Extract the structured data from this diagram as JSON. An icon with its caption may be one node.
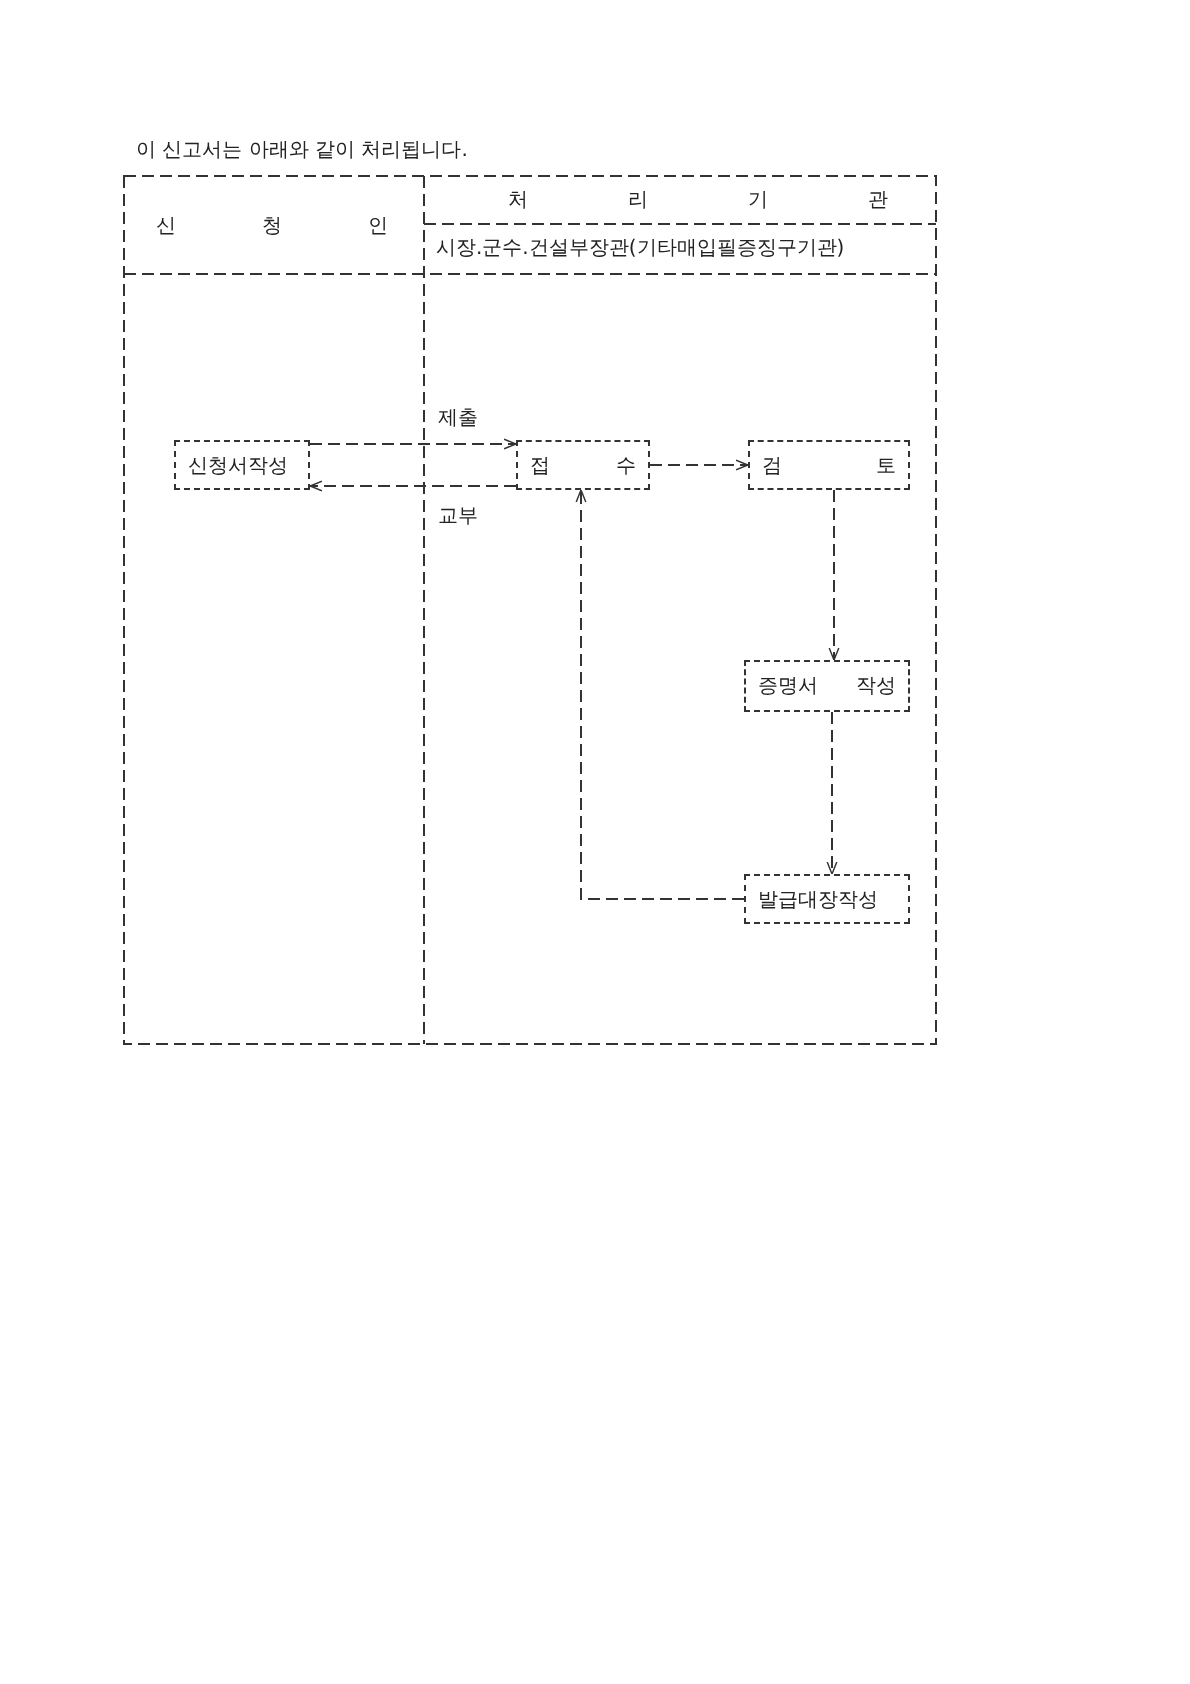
{
  "diagram": {
    "title": "이 신고서는 아래와 같이 처리됩니다.",
    "nodes": [
      {
        "text": [
          "신청서작성"
        ]
      },
      {
        "text": [
          "접 수"
        ]
      },
      {
        "text": [
          "검 토"
        ]
      },
      {
        "text": [
          "증명서 작성"
        ]
      },
      {
        "text": [
          "발급대장작성"
        ]
      }
    ],
    "edges": [
      {
        "from": 0,
        "to": 1,
        "arrow": "to",
        "label": "제출",
        "style": "dashed"
      },
      {
        "from": 1,
        "to": 0,
        "arrow": "to",
        "label": "교부",
        "style": "dashed"
      },
      {
        "from": 1,
        "to": 2,
        "arrow": "to",
        "style": "dashed"
      },
      {
        "from": 2,
        "to": 3,
        "arrow": "to",
        "style": "dashed"
      },
      {
        "from": 3,
        "to": 4,
        "arrow": "to",
        "style": "dashed"
      },
      {
        "from": 4,
        "to": 1,
        "arrow": "to",
        "style": "dashed"
      }
    ],
    "labels": [
      "신 청 인",
      "처 리 기 관",
      "시장.군수.건설부장관(기타매입필증징구기관)"
    ]
  }
}
